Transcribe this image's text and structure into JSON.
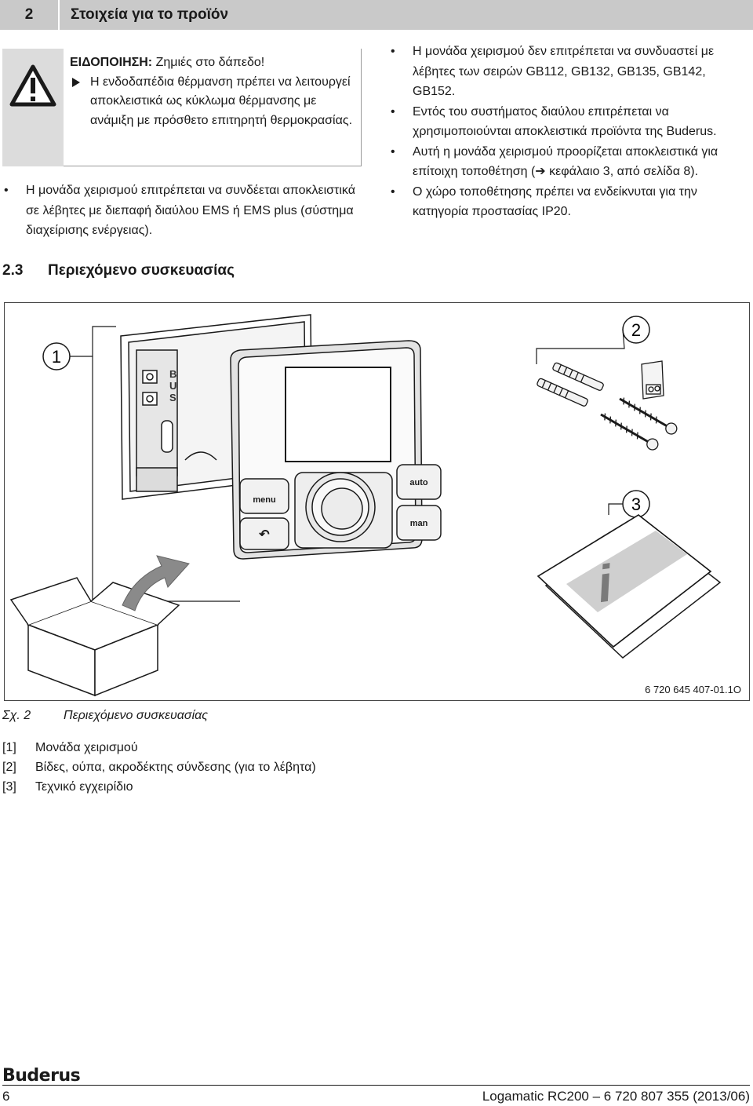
{
  "header": {
    "chapter_number": "2",
    "chapter_title": "Στοιχεία για το προϊόν"
  },
  "warning": {
    "label": "ΕΙΔΟΠΟΙΗΣΗ:",
    "text": "Ζημιές στο δάπεδο!",
    "instruction": "Η ενδοδαπέδια θέρμανση πρέπει να λειτουργεί αποκλειστικά ως κύκλωμα θέρμανσης με ανάμιξη με πρόσθετο επιτηρητή θερμοκρασίας."
  },
  "left_bullets": [
    "Η μονάδα χειρισμού επιτρέπεται να συνδέεται αποκλειστικά σε λέβητες με διεπαφή διαύλου EMS ή EMS plus (σύστημα διαχείρισης ενέργειας)."
  ],
  "right_bullets": [
    "Η μονάδα χειρισμού δεν επιτρέπεται να συνδυαστεί με λέβητες των σειρών GB112, GB132, GB135, GB142, GB152.",
    "Εντός του συστήματος διαύλου επιτρέπεται να χρησιμοποιούνται αποκλειστικά προϊόντα της Buderus.",
    "Αυτή η μονάδα χειρισμού προορίζεται αποκλειστικά για επίτοιχη τοποθέτηση (➔ κεφάλαιο 3, από σελίδα 8).",
    "Ο χώρο τοποθέτησης πρέπει να ενδείκνυται για την κατηγορία προστασίας IP20."
  ],
  "bullet_symbol": "•",
  "section": {
    "number": "2.3",
    "title": "Περιεχόμενο συσκευασίας"
  },
  "figure": {
    "callouts": [
      "1",
      "2",
      "3"
    ],
    "bus_label": [
      "B",
      "U",
      "S"
    ],
    "buttons": {
      "menu": "menu",
      "auto": "auto",
      "man": "man",
      "back": "↶"
    },
    "info_glyph": "i",
    "code": "6 720 645 407-01.1O"
  },
  "caption": {
    "number": "Σχ. 2",
    "text": "Περιεχόμενο συσκευασίας"
  },
  "legend": [
    {
      "key": "[1]",
      "text": "Μονάδα χειρισμού"
    },
    {
      "key": "[2]",
      "text": "Βίδες, ούπα, ακροδέκτης σύνδεσης (για το λέβητα)"
    },
    {
      "key": "[3]",
      "text": "Τεχνικό εγχειρίδιο"
    }
  ],
  "footer": {
    "brand": "Buderus",
    "page_number": "6",
    "document": "Logamatic RC200 – 6 720 807 355 (2013/06)"
  }
}
